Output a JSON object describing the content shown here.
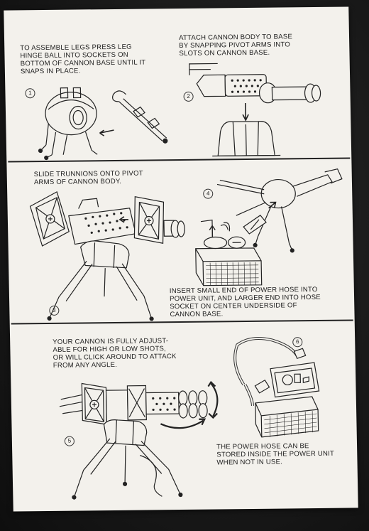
{
  "steps": [
    {
      "number": "1",
      "text": "TO ASSEMBLE LEGS PRESS LEG\nHINGE BALL INTO SOCKETS ON\nBOTTOM OF CANNON BASE UNTIL IT\nSNAPS IN PLACE."
    },
    {
      "number": "2",
      "text": "ATTACH CANNON BODY TO BASE\nBY SNAPPING PIVOT ARMS INTO\nSLOTS ON CANNON BASE."
    },
    {
      "number": "3",
      "text": "SLIDE TRUNNIONS ONTO PIVOT\nARMS OF CANNON BODY."
    },
    {
      "number": "4",
      "text": "INSERT SMALL END OF POWER HOSE INTO\nPOWER UNIT, AND LARGER END INTO HOSE\nSOCKET ON CENTER UNDERSIDE OF\nCANNON BASE."
    },
    {
      "number": "5",
      "text": "YOUR CANNON IS FULLY ADJUST-\nABLE FOR HIGH OR LOW SHOTS,\nOR WILL CLICK AROUND TO ATTACK\nFROM ANY ANGLE."
    },
    {
      "number": "6",
      "text": "THE POWER HOSE CAN BE\nSTORED INSIDE THE POWER UNIT\nWHEN NOT IN USE."
    }
  ],
  "colors": {
    "paper": "#f3f1ec",
    "ink": "#1d1d1d",
    "background": "#161616"
  },
  "icons": [
    "cannon-base-with-legs-illustration",
    "cannon-body-on-base-illustration",
    "cannon-with-trunnions-illustration",
    "power-unit-and-hose-illustration",
    "adjustable-cannon-illustration",
    "stored-hose-power-unit-illustration"
  ]
}
